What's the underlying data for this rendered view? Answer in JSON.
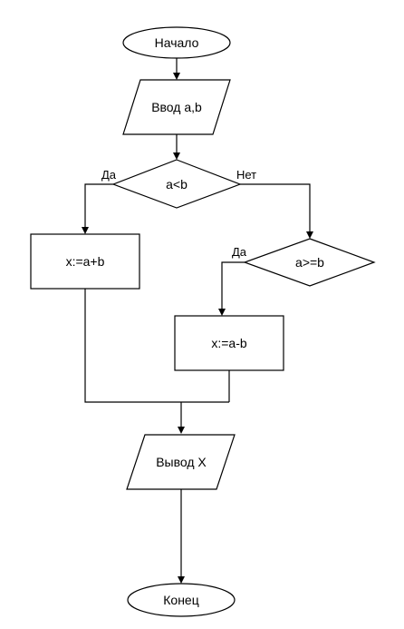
{
  "diagram": {
    "nodes": {
      "start": {
        "label": "Начало",
        "shape": "terminator"
      },
      "input": {
        "label": "Ввод a,b",
        "shape": "parallelogram"
      },
      "decision1": {
        "label": "a<b",
        "shape": "diamond"
      },
      "assign_sum": {
        "label": "x:=a+b",
        "shape": "rectangle"
      },
      "decision2": {
        "label": "a>=b",
        "shape": "diamond"
      },
      "assign_diff": {
        "label": "x:=a-b",
        "shape": "rectangle"
      },
      "output": {
        "label": "Вывод X",
        "shape": "parallelogram"
      },
      "end": {
        "label": "Конец",
        "shape": "terminator"
      }
    },
    "edges": {
      "decision1_yes": "Да",
      "decision1_no": "Нет",
      "decision2_yes": "Да"
    },
    "colors": {
      "stroke": "#000000",
      "fill": "#ffffff",
      "text": "#000000"
    }
  }
}
